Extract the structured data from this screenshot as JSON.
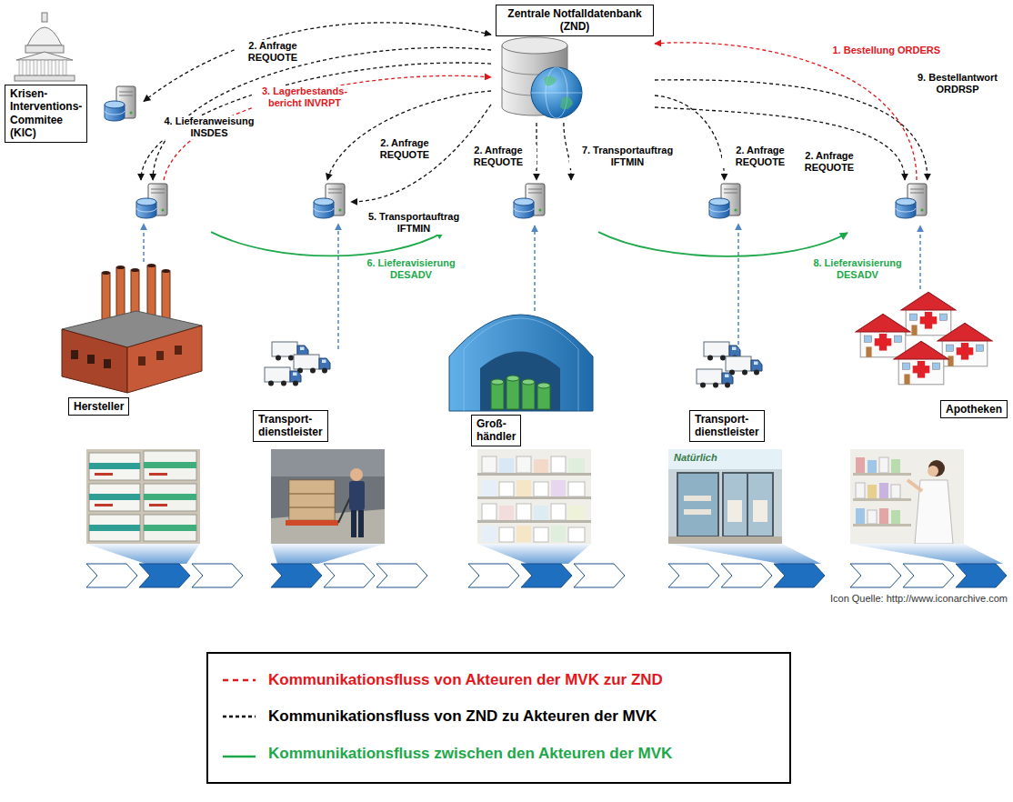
{
  "diagram": {
    "nodes": [
      {
        "text": [
          "Zentrale Notfalldatenbank (ZND)"
        ]
      },
      {
        "text": [
          "Krisen- Interventions- Commitee (KIC)"
        ]
      },
      {
        "text": [
          "Hersteller"
        ]
      },
      {
        "text": [
          "Transport- dienstleister"
        ]
      },
      {
        "text": [
          "Groß- händler"
        ]
      },
      {
        "text": [
          "Transport- dienstleister"
        ]
      },
      {
        "text": [
          "Apotheken"
        ]
      }
    ],
    "edges": [
      {
        "from": 0,
        "to": 1,
        "arrow": "both"
      },
      {
        "from": 6,
        "to": 0,
        "label": "1. Bestellung ORDERS",
        "arrow": "to"
      },
      {
        "from": 0,
        "to": 2,
        "label": "2. Anfrage REQUOTE",
        "arrow": "to"
      },
      {
        "from": 0,
        "to": 3,
        "label": "2. Anfrage REQUOTE",
        "arrow": "to"
      },
      {
        "from": 0,
        "to": 4,
        "label": "2. Anfrage REQUOTE",
        "arrow": "to"
      },
      {
        "from": 0,
        "to": 5,
        "label": "2. Anfrage REQUOTE",
        "arrow": "to"
      },
      {
        "from": 0,
        "to": 6,
        "label": "2. Anfrage REQUOTE",
        "arrow": "to"
      },
      {
        "from": 2,
        "to": 0,
        "label": "3. Lagerbestands- bericht INVRPT",
        "arrow": "to"
      },
      {
        "from": 0,
        "to": 2,
        "label": "4. Lieferanweisung INSDES",
        "arrow": "to"
      },
      {
        "from": 0,
        "to": 3,
        "label": "5. Transportauftrag IFTMIN",
        "arrow": "to"
      },
      {
        "from": 2,
        "to": 4,
        "label": "6. Lieferavisierung DESADV",
        "arrow": "to"
      },
      {
        "from": 0,
        "to": 4,
        "label": "7. Transportauftrag IFTMIN",
        "arrow": "to"
      },
      {
        "from": 4,
        "to": 6,
        "label": "8. Lieferavisierung DESADV",
        "arrow": "to"
      },
      {
        "from": 0,
        "to": 6,
        "label": "9. Bestellantwort ORDRSP",
        "arrow": "to"
      }
    ],
    "labels": [
      "Icon Quelle: http://www.iconarchive.com",
      "Natürlich"
    ],
    "legend": [
      {
        "text": "Kommunikationsfluss von Akteuren der MVK zur ZND"
      },
      {
        "text": "Kommunikationsfluss von ZND zu Akteuren der MVK"
      },
      {
        "text": "Kommunikationsfluss zwischen den Akteuren der MVK"
      }
    ]
  }
}
